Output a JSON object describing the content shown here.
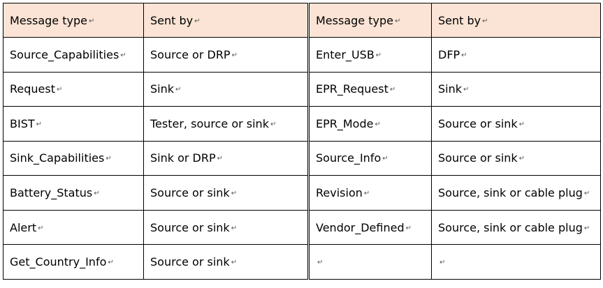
{
  "headers": [
    "Message type",
    "Sent by",
    "Message type",
    "Sent by"
  ],
  "paragraph_mark": "↵",
  "rows": [
    [
      "Source_Capabilities",
      "Source or DRP",
      "Enter_USB",
      "DFP"
    ],
    [
      "Request",
      "Sink",
      "EPR_Request",
      "Sink"
    ],
    [
      "BIST",
      "Tester, source or sink",
      "EPR_Mode",
      "Source or sink"
    ],
    [
      "Sink_Capabilities",
      "Sink or DRP",
      "Source_Info",
      "Source or sink"
    ],
    [
      "Battery_Status",
      "Source or sink",
      "Revision",
      "Source, sink or cable plug"
    ],
    [
      "Alert",
      "Source or sink",
      "Vendor_Defined",
      "Source, sink or cable plug"
    ],
    [
      "Get_Country_Info",
      "Source or sink",
      "",
      ""
    ]
  ]
}
